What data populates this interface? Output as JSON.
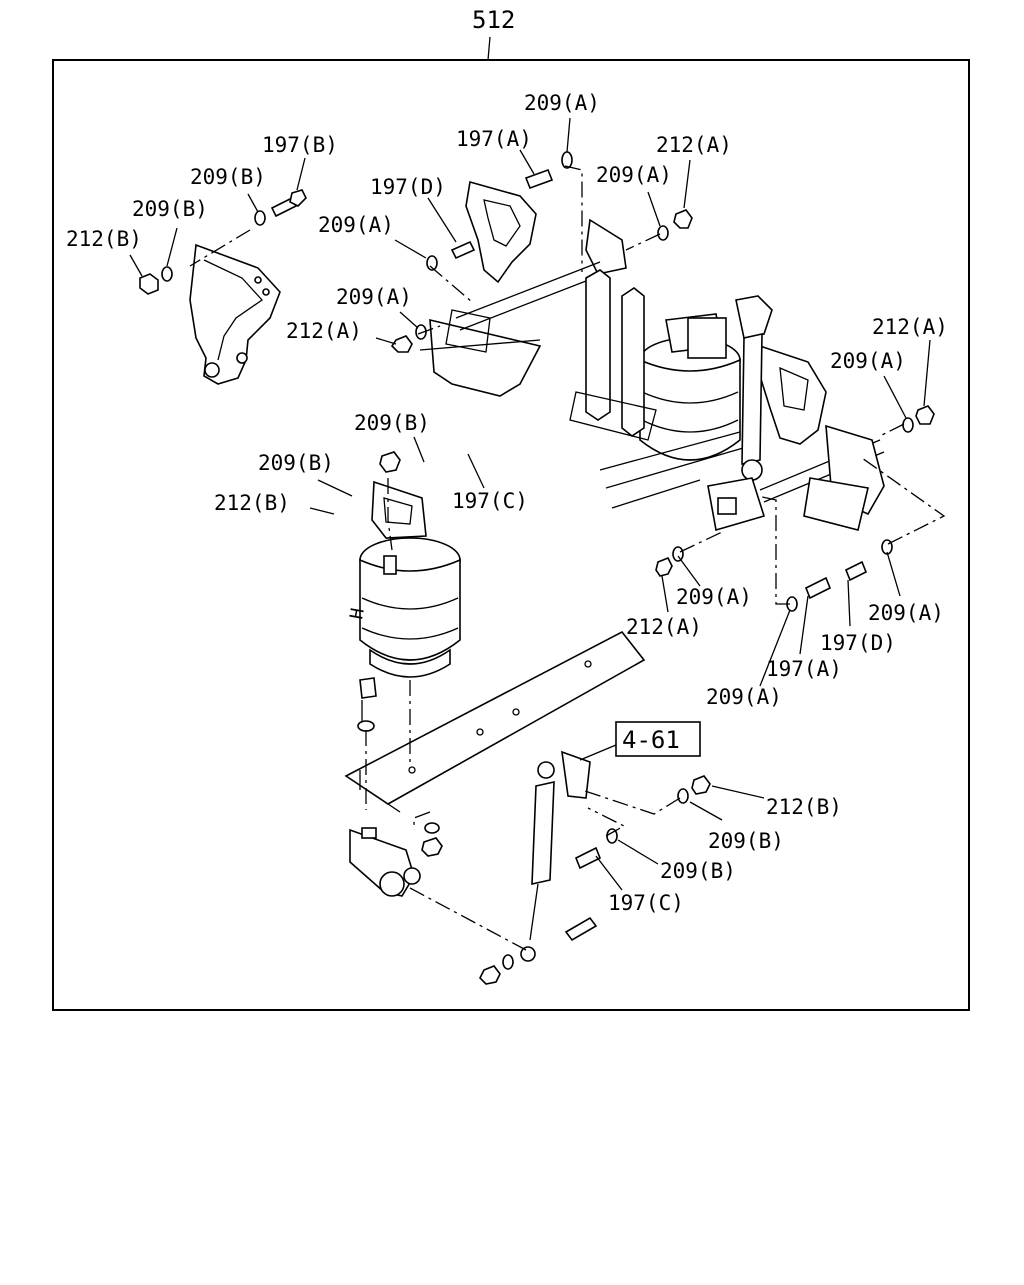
{
  "diagram": {
    "figure_number": "512",
    "ref_box": "4-61",
    "callouts": {
      "c197B_top": "197(B)",
      "c209A_top": "209(A)",
      "c197A_top": "197(A)",
      "c212A_top": "212(A)",
      "c209B_a": "209(B)",
      "c197D_top": "197(D)",
      "c209A_b": "209(A)",
      "c209B_b": "209(B)",
      "c209A_c": "209(A)",
      "c212B_a": "212(B)",
      "c209A_d": "209(A)",
      "c212A_b": "212(A)",
      "c212A_c": "212(A)",
      "c209A_e": "209(A)",
      "c209B_c": "209(B)",
      "c209B_d": "209(B)",
      "c197C_mid": "197(C)",
      "c212B_b": "212(B)",
      "c209A_f": "209(A)",
      "c212A_d": "212(A)",
      "c209A_g": "209(A)",
      "c197D_low": "197(D)",
      "c197A_low": "197(A)",
      "c209A_h": "209(A)",
      "c212B_c": "212(B)",
      "c209B_e": "209(B)",
      "c209B_f": "209(B)",
      "c197C_low": "197(C)"
    }
  }
}
